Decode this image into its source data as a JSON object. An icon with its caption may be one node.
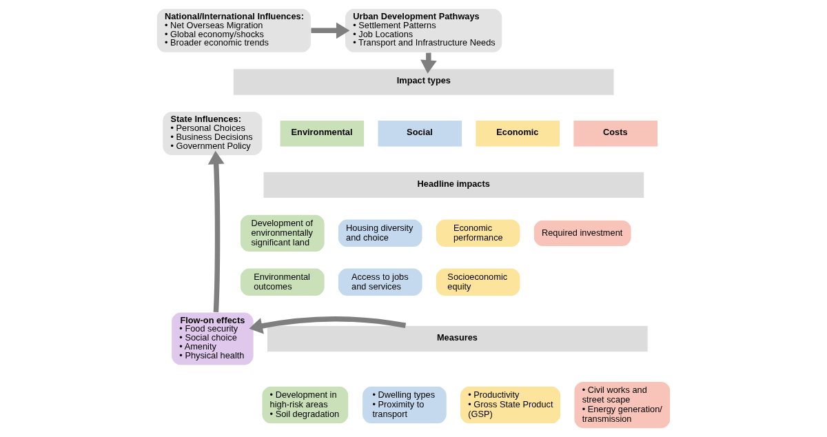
{
  "diagram": {
    "nodes": [
      {
        "text": [
          "National/International Influences:",
          "• Net Overseas Migration",
          "• Global economy/shocks",
          "• Broader economic trends"
        ]
      },
      {
        "text": [
          "State Influences:",
          "• Personal Choices",
          "• Business Decisions",
          "• Government Policy"
        ]
      },
      {
        "text": [
          "Urban Development Pathways",
          "• Settlement Patterns",
          "• Job Locations",
          "• Transport and Infrastructure Needs"
        ]
      },
      {
        "text": [
          "Impact types"
        ]
      },
      {
        "text": [
          "Environmental"
        ]
      },
      {
        "text": [
          "Social"
        ]
      },
      {
        "text": [
          "Economic"
        ]
      },
      {
        "text": [
          "Costs"
        ]
      },
      {
        "text": [
          "Headline impacts"
        ]
      },
      {
        "text": [
          "Development of environmentally significant land"
        ]
      },
      {
        "text": [
          "Housing diversity and choice"
        ]
      },
      {
        "text": [
          "Economic performance"
        ]
      },
      {
        "text": [
          "Required investment"
        ]
      },
      {
        "text": [
          "Environmental outcomes"
        ]
      },
      {
        "text": [
          "Access to jobs and services"
        ]
      },
      {
        "text": [
          "Socioeconomic equity"
        ]
      },
      {
        "text": [
          "Measures"
        ]
      },
      {
        "text": [
          "• Development in high-risk areas",
          "• Soil degradation"
        ]
      },
      {
        "text": [
          "• Dwelling types",
          "• Proximity to transport"
        ]
      },
      {
        "text": [
          "• Productivity",
          "• Gross State Product (GSP)"
        ]
      },
      {
        "text": [
          "• Civil works and street scape",
          "• Energy generation/ transmission"
        ]
      },
      {
        "text": [
          "Flow-on effects",
          "• Food security",
          "• Social choice",
          "• Amenity",
          "• Physical health"
        ]
      }
    ],
    "edges": [
      {
        "from": 0,
        "to": 2,
        "arrow": "to"
      },
      {
        "from": 2,
        "to": 3,
        "arrow": "to"
      },
      {
        "from": 16,
        "to": 21,
        "arrow": "to"
      },
      {
        "from": 21,
        "to": 1,
        "arrow": "to"
      }
    ]
  }
}
